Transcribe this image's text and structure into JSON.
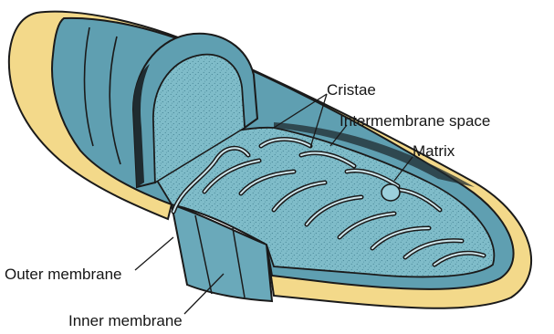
{
  "labels": {
    "cristae": "Cristae",
    "intermembrane_space": "Intermembrane space",
    "matrix": "Matrix",
    "outer_membrane": "Outer membrane",
    "inner_membrane": "Inner membrane"
  },
  "colors": {
    "outer_membrane": "#f3d98a",
    "inner_membrane": "#5f9fb1",
    "matrix": "#7fbcc9",
    "outline": "#1a1a1a",
    "lumen": "#1f2b30",
    "text": "#161616"
  }
}
